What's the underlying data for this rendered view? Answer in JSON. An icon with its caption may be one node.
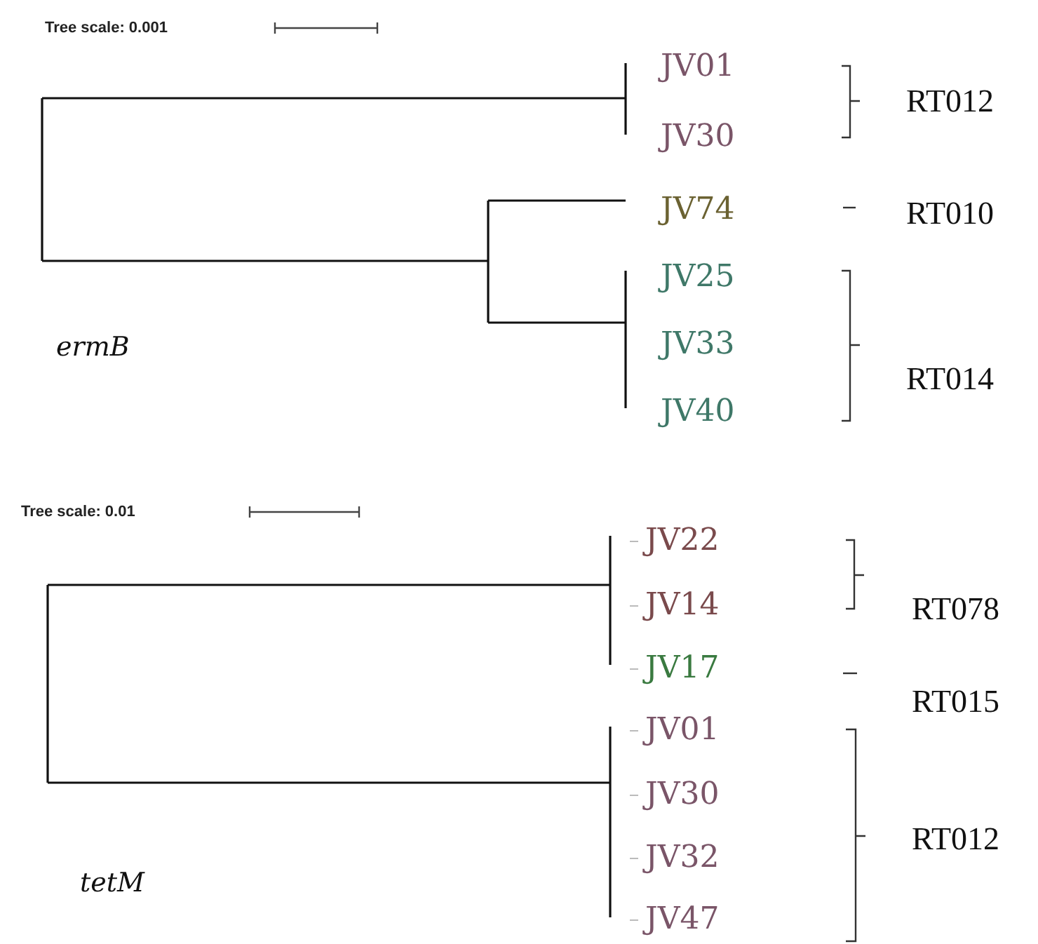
{
  "diagram": {
    "labels": [
      "Tree scale: 0.001",
      "JV01",
      "RT012",
      "JV30",
      "JV74",
      "RT010",
      "JV25",
      "JV33",
      "ermB",
      "RT014",
      "JV40",
      "Tree scale: 0.01",
      "JV22",
      "JV14",
      "RT078",
      "JV17",
      "RT015",
      "JV01",
      "JV30",
      "JV32",
      "RT012",
      "JV47",
      "tetM"
    ]
  }
}
